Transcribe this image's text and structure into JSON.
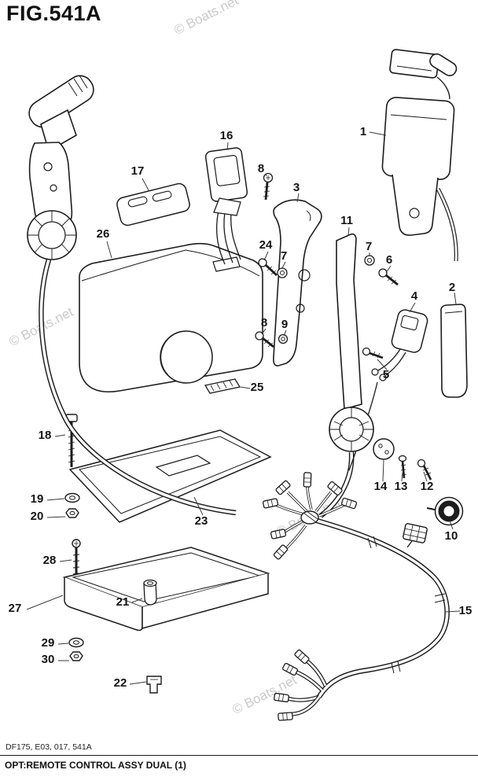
{
  "figure": {
    "title": "FIG.541A",
    "code": "DF175, E03, 017, 541A",
    "caption": "OPT:REMOTE CONTROL ASSY DUAL (1)"
  },
  "watermark": {
    "text": "© Boats.net"
  },
  "part_labels": [
    "1",
    "2",
    "3",
    "4",
    "5",
    "6",
    "7",
    "8",
    "9",
    "10",
    "11",
    "12",
    "13",
    "14",
    "15",
    "16",
    "17",
    "18",
    "19",
    "20",
    "21",
    "22",
    "23",
    "24",
    "25",
    "26",
    "27",
    "28",
    "29",
    "30"
  ]
}
